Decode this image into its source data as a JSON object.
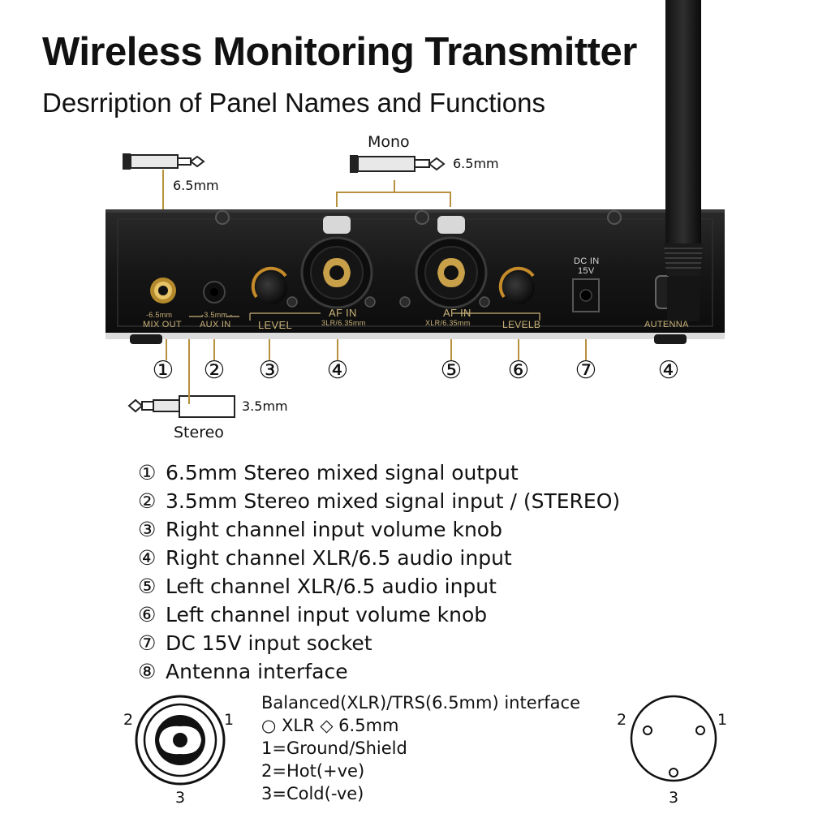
{
  "title": "Wireless Monitoring Transmitter",
  "subtitle": "Desrription of Panel Names and Functions",
  "plugs": {
    "top_left_size": "6.5mm",
    "mono_label": "Mono",
    "mono_size": "6.5mm",
    "stereo_size": "3.5mm",
    "stereo_label": "Stereo"
  },
  "panel": {
    "mix_out_size": "-6.5mm",
    "mix_out": "MIX OUT",
    "aux_in_size": "-3.5mm -",
    "aux_in": "AUX IN",
    "level_right": "LEVEL",
    "af_in_right": "AF IN",
    "af_in_right_sub": "3LR/6.35mm",
    "af_in_left": "AF IN",
    "af_in_left_sub": "XLR/6.35mm",
    "level_left": "LEVELB",
    "dc_in": "DC IN",
    "dc_volt": "15V",
    "antenna": "AUTENNA"
  },
  "callouts": [
    "①",
    "②",
    "③",
    "④",
    "⑤",
    "⑥",
    "⑦",
    "④"
  ],
  "descriptions": [
    {
      "num": "①",
      "text": "6.5mm Stereo mixed signal output"
    },
    {
      "num": "②",
      "text": "3.5mm Stereo mixed signal input / (STEREO)"
    },
    {
      "num": "③",
      "text": "Right channel input volume knob"
    },
    {
      "num": "④",
      "text": "Right channel XLR/6.5 audio input"
    },
    {
      "num": "⑤",
      "text": "Left channel XLR/6.5 audio input"
    },
    {
      "num": "⑥",
      "text": "Left channel input volume knob"
    },
    {
      "num": "⑦",
      "text": "DC 15V input socket"
    },
    {
      "num": "⑧",
      "text": "Antenna interface"
    }
  ],
  "interface": {
    "heading": "Balanced(XLR)/TRS(6.5mm) interface",
    "legend": "○ XLR   ◇ 6.5mm",
    "pins": [
      "1=Ground/Shield",
      "2=Hot(+ve)",
      "3=Cold(-ve)"
    ],
    "pin_labels": {
      "one": "1",
      "two": "2",
      "three": "3"
    }
  },
  "colors": {
    "panel": "#1b1b1b",
    "gold": "#c9b27a",
    "leader": "#b8913e"
  }
}
